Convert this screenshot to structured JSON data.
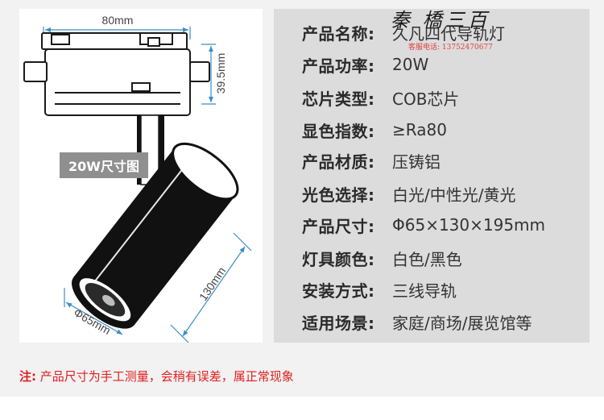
{
  "diagram": {
    "width_dim": "80mm",
    "height_dim": "39.5mm",
    "length_dim": "130mm",
    "diameter_dim": "Φ65mm",
    "badge": "20W尺寸图"
  },
  "watermark": {
    "title": "秦 橋三百",
    "subtitle": "客服电话: 13752470677"
  },
  "specs": [
    {
      "label": "产品名称:",
      "value": "久凡四代导轨灯"
    },
    {
      "label": "产品功率:",
      "value": "20W"
    },
    {
      "label": "芯片类型:",
      "value": "COB芯片"
    },
    {
      "label": "显色指数:",
      "value": "≥Ra80"
    },
    {
      "label": "产品材质:",
      "value": "压铸铝"
    },
    {
      "label": "光色选择:",
      "value": "白光/中性光/黄光"
    },
    {
      "label": "产品尺寸:",
      "value": "Φ65×130×195mm"
    },
    {
      "label": "灯具颜色:",
      "value": "白色/黑色"
    },
    {
      "label": "安装方式:",
      "value": "三线导轨"
    },
    {
      "label": "适用场景:",
      "value": "家庭/商场/展览馆等"
    }
  ],
  "note": {
    "prefix": "注:",
    "text": " 产品尺寸为手工测量，会稍有误差，属正常现象"
  }
}
